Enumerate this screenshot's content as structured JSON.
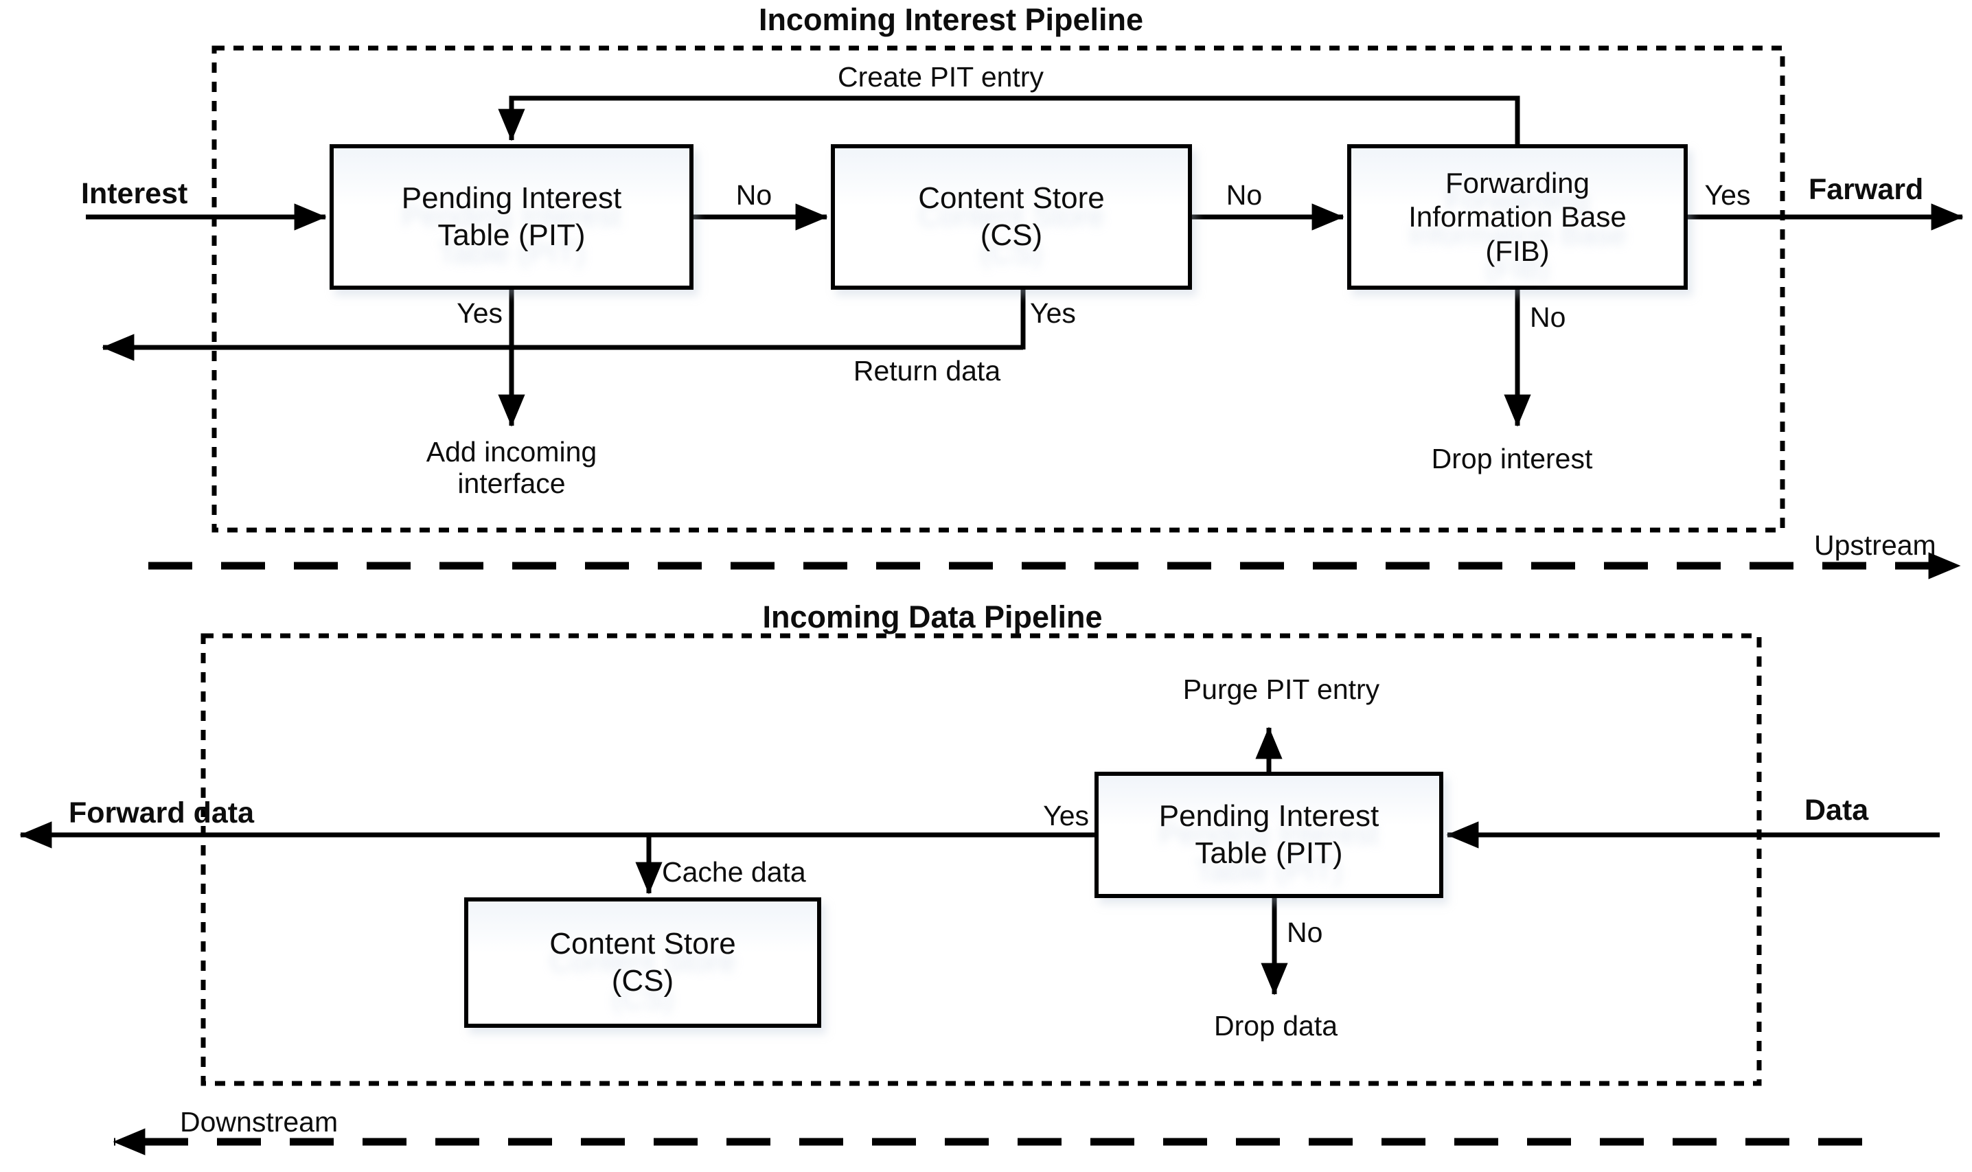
{
  "interest_pipeline": {
    "title": "Incoming Interest Pipeline",
    "region_label": "Upstream",
    "input_label": "Interest",
    "output_label": "Farward",
    "nodes": {
      "pit": {
        "label": "Pending Interest\nTable (PIT)"
      },
      "cs": {
        "label": "Content Store\n(CS)"
      },
      "fib": {
        "label": "Forwarding\nInformation Base\n(FIB)"
      }
    },
    "edge_labels": {
      "pit_to_cs": "No",
      "cs_to_fib": "No",
      "fib_to_forward": "Yes",
      "pit_hit": "Yes",
      "cs_hit": "Yes",
      "fib_miss": "No",
      "create_pit_entry": "Create PIT entry",
      "return_data": "Return data",
      "add_incoming_interface": "Add incoming\ninterface",
      "drop_interest": "Drop interest"
    }
  },
  "data_pipeline": {
    "title": "Incoming Data Pipeline",
    "region_label": "Downstream",
    "input_label": "Data",
    "output_label": "Forward data",
    "nodes": {
      "pit": {
        "label": "Pending Interest\nTable (PIT)"
      },
      "cs": {
        "label": "Content Store\n(CS)"
      }
    },
    "edge_labels": {
      "purge_pit_entry": "Purge PIT entry",
      "pit_match": "Yes",
      "cache_data": "Cache data",
      "pit_no_match": "No",
      "drop_data": "Drop data"
    }
  },
  "colors": {
    "line": "#000000",
    "box_fill": "#ffffff",
    "box_border": "#000000",
    "text": "#0d0d0d"
  }
}
